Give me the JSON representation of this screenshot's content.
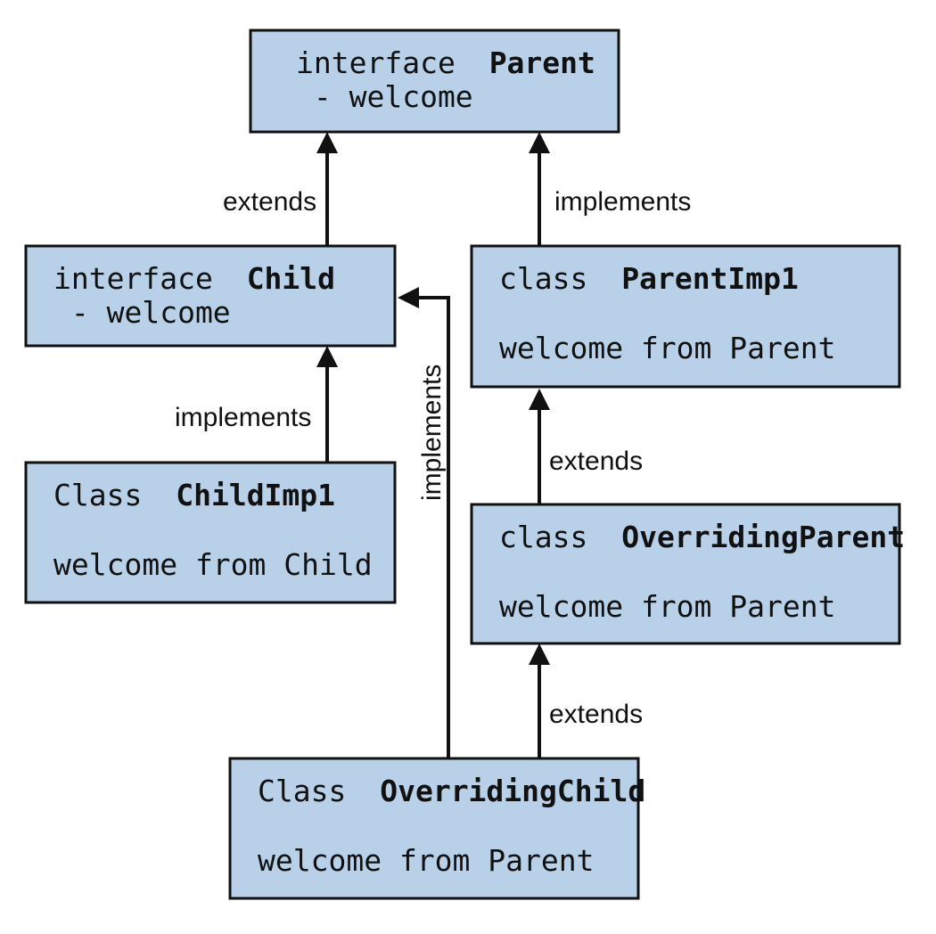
{
  "nodes": {
    "parent": {
      "keyword": "interface",
      "name": "Parent",
      "line2": " - welcome"
    },
    "child": {
      "keyword": "interface",
      "name": "Child",
      "line2": " - welcome"
    },
    "parent_imp1": {
      "keyword": "class",
      "name": "ParentImp1",
      "line2": "welcome from Parent"
    },
    "child_imp1": {
      "keyword": "Class",
      "name": "ChildImp1",
      "line2": "welcome from Child"
    },
    "overriding_parent": {
      "keyword": "class",
      "name": "OverridingParent",
      "line2": "welcome from Parent"
    },
    "overriding_child": {
      "keyword": "Class",
      "name": "OverridingChild",
      "line2": "welcome from Parent"
    }
  },
  "edges": {
    "child_to_parent": "extends",
    "parent_imp1_to_parent": "implements",
    "child_imp1_to_child": "implements",
    "overriding_child_to_child": "implements",
    "overriding_parent_to_parent_imp1": "extends",
    "overriding_child_to_overriding_parent": "extends"
  },
  "colors": {
    "box_fill": "#b8d1e8",
    "stroke": "#111111"
  }
}
